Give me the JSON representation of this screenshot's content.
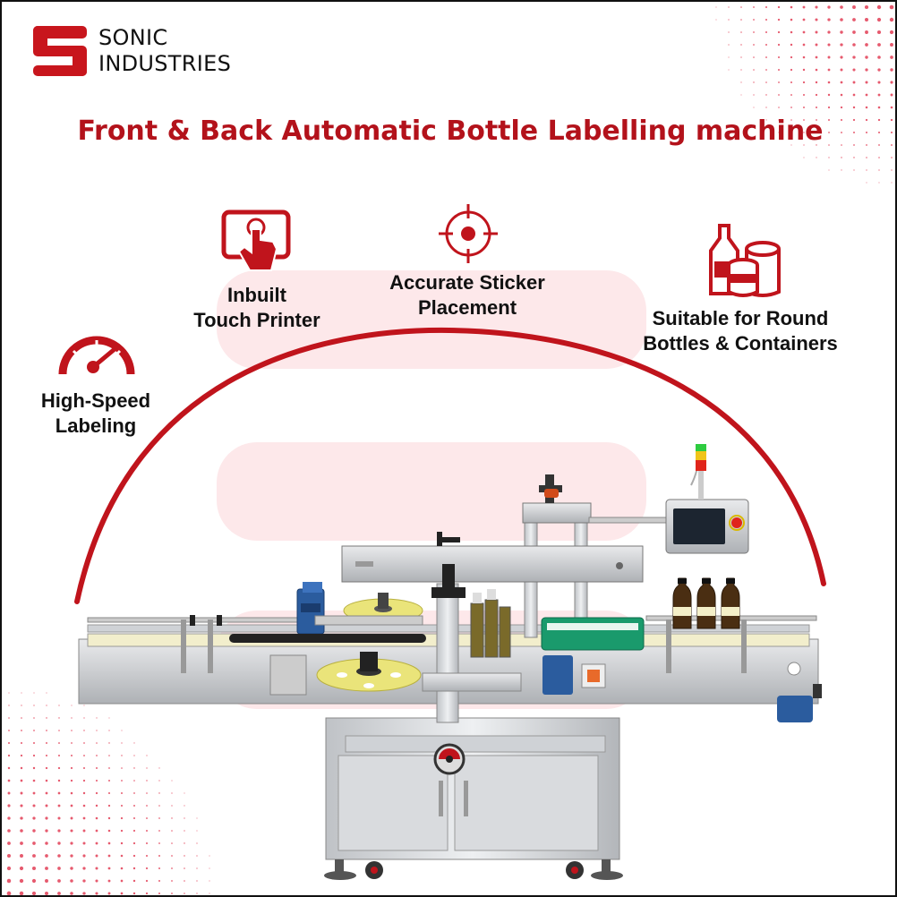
{
  "brand": {
    "line1": "SONIC",
    "line2": "INDUSTRIES",
    "accent_color": "#c8161d"
  },
  "title": "Front & Back Automatic Bottle Labelling machine",
  "features": [
    {
      "line1": "High-Speed",
      "line2": "Labeling",
      "icon": "speedometer-icon"
    },
    {
      "line1": "Inbuilt",
      "line2": "Touch Printer",
      "icon": "touch-tablet-icon"
    },
    {
      "line1": "Accurate Sticker",
      "line2": "Placement",
      "icon": "target-icon"
    },
    {
      "line1": "Suitable for Round",
      "line2": "Bottles & Containers",
      "icon": "bottles-containers-icon"
    }
  ],
  "colors": {
    "title": "#b3121b",
    "arc": "#c0141c",
    "dots": "#e0314a"
  }
}
